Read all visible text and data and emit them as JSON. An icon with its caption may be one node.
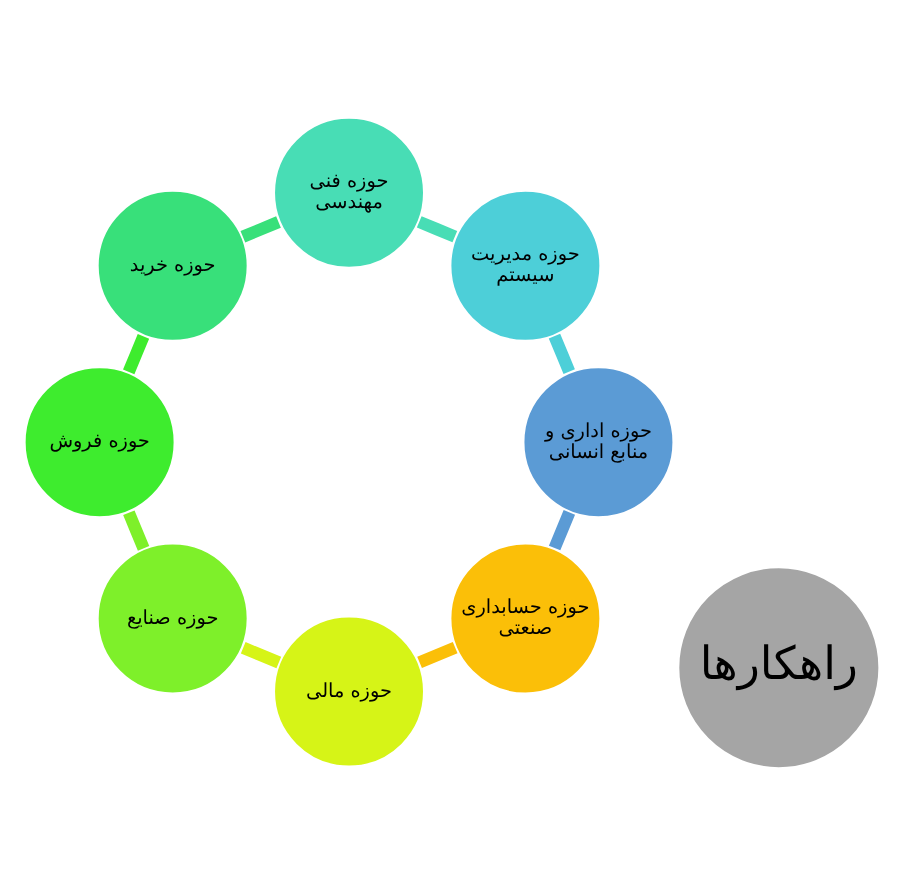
{
  "diagram": {
    "nodes": [
      {
        "text": [
          "راهکارها"
        ]
      },
      {
        "text": [
          "حوزه حسابداری صنعتی"
        ]
      },
      {
        "text": [
          "حوزه مالی"
        ]
      },
      {
        "text": [
          "حوزه صنایع"
        ]
      },
      {
        "text": [
          "حوزه فروش"
        ]
      },
      {
        "text": [
          "حوزه خرید"
        ]
      },
      {
        "text": [
          "حوزه فنی مهندسی"
        ]
      },
      {
        "text": [
          "حوزه مدیریت سیستم"
        ]
      },
      {
        "text": [
          "حوزه اداری و منابع انسانی"
        ]
      }
    ],
    "edges": [
      {
        "from": 1,
        "to": 2,
        "arrow": "none",
        "color": "#fbbf08"
      },
      {
        "from": 2,
        "to": 3,
        "arrow": "none",
        "color": "#d6f417"
      },
      {
        "from": 3,
        "to": 4,
        "arrow": "none",
        "color": "#7ef02a"
      },
      {
        "from": 4,
        "to": 5,
        "arrow": "none",
        "color": "#3eec2e"
      },
      {
        "from": 5,
        "to": 6,
        "arrow": "none",
        "color": "#38e07a"
      },
      {
        "from": 6,
        "to": 7,
        "arrow": "none",
        "color": "#48ddb5"
      },
      {
        "from": 7,
        "to": 8,
        "arrow": "none",
        "color": "#4dcfd8"
      },
      {
        "from": 8,
        "to": 1,
        "arrow": "none",
        "color": "#5b9bd5"
      }
    ]
  }
}
